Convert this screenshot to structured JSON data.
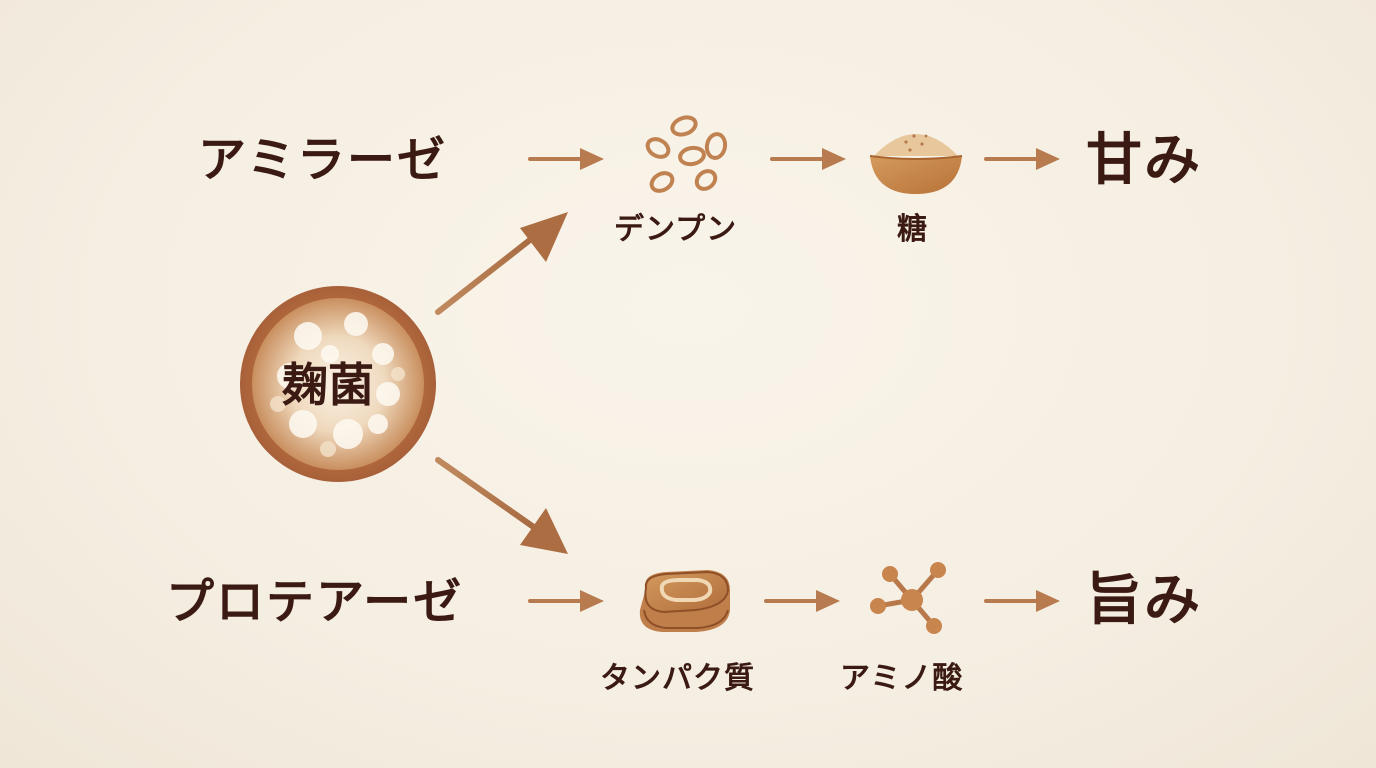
{
  "center": {
    "label": "麹菌"
  },
  "top_row": {
    "enzyme": "アミラーゼ",
    "substrate": {
      "label": "デンプン",
      "icon": "starch-grains-icon"
    },
    "product": {
      "label": "糖",
      "icon": "sugar-bowl-icon"
    },
    "result": "甘み"
  },
  "bottom_row": {
    "enzyme": "プロテアーゼ",
    "substrate": {
      "label": "タンパク質",
      "icon": "meat-steak-icon"
    },
    "product": {
      "label": "アミノ酸",
      "icon": "molecule-icon"
    },
    "result": "旨み"
  },
  "colors": {
    "background": "#f5eee2",
    "text": "#3a1a12",
    "arrow": "#b87a4f",
    "icon": "#b9784a",
    "icon_light": "#d8a66f",
    "ring": "#b06a3e"
  }
}
